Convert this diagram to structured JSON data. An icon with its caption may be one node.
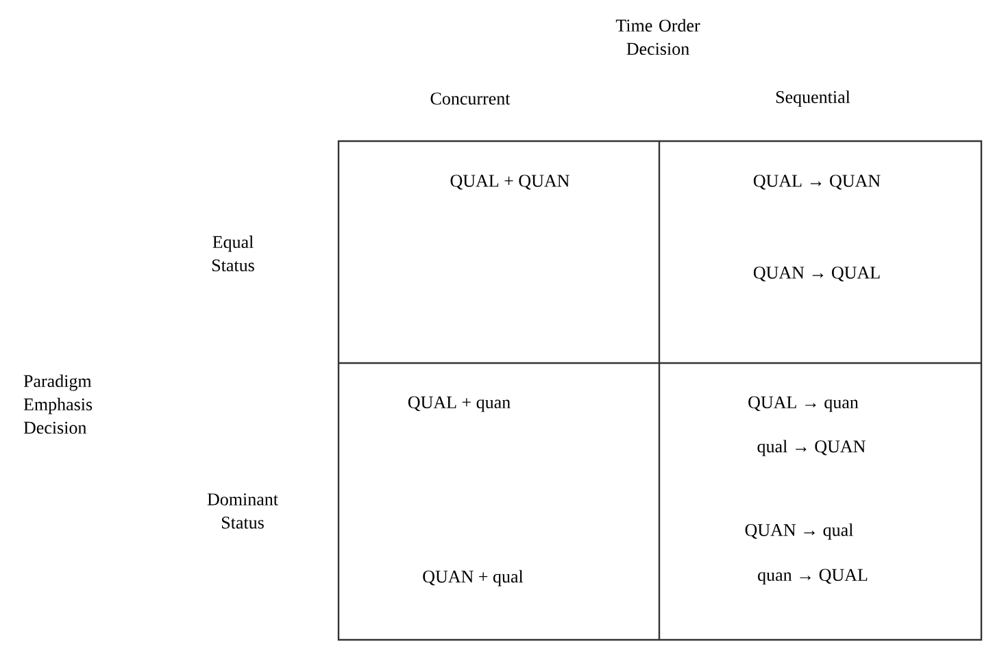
{
  "diagram": {
    "labels": [
      "Time Order Decision",
      "Concurrent",
      "Sequential",
      "Equal Status",
      "QUAL + QUAN",
      "QUAL → QUAN",
      "QUAN → QUAL",
      "Paradigm Emphasis Decision",
      "Dominant Status",
      "QUAL + quan",
      "QUAL → quan",
      "qual → QUAN",
      "QUAN → qual",
      "quan → QUAL",
      "QUAN + qual"
    ]
  }
}
